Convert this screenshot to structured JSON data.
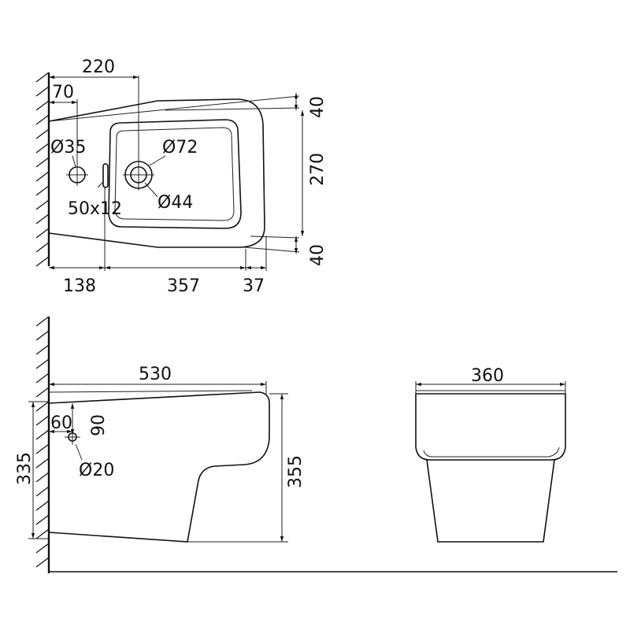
{
  "top_view": {
    "dims": {
      "d220": "220",
      "d70": "70",
      "d35": "Ø35",
      "d72": "Ø72",
      "d44": "Ø44",
      "d50x12": "50x12",
      "d40_top": "40",
      "d270": "270",
      "d40_bottom": "40",
      "d138": "138",
      "d357": "357",
      "d37": "37"
    }
  },
  "side_view": {
    "dims": {
      "d530": "530",
      "d60": "60",
      "d90": "90",
      "d20": "Ø20",
      "d335": "335",
      "d355": "355"
    }
  },
  "front_view": {
    "dims": {
      "d360": "360"
    }
  }
}
